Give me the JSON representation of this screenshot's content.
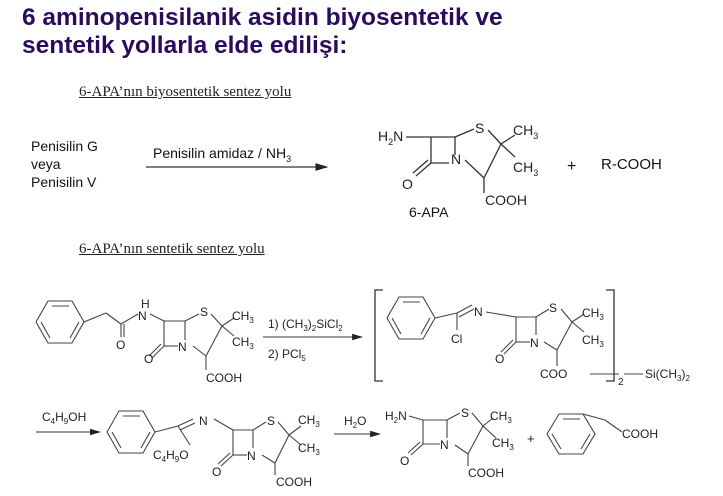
{
  "title": {
    "line1": "6 aminopenisilanik asidin biyosentetik ve",
    "line2": "sentetik yollarla elde edilişi:",
    "color": "#2b0c5c"
  },
  "biosynthesis": {
    "heading": "6-APA’nın biyosentetik sentez yolu",
    "reactant_line1": "Penisilin G",
    "reactant_line2": "veya",
    "reactant_line3": "Penisilin V",
    "arrow_label": "Penisilin amidaz / NH",
    "arrow_label_sub": "3",
    "product_name": "6-APA",
    "plus": "+",
    "byproduct": "R-COOH"
  },
  "synthesis": {
    "heading": "6-APA’nın sentetik sentez yolu",
    "step1_reagent1": "1) (CH3)2SiCl2",
    "step1_reagent2": "2) PCl5",
    "bracket_subscript": "2",
    "silyl_group": "Si(CH3)2",
    "step2_reagent": "C4H9OH",
    "step3_reagent": "H2O",
    "plus": "+",
    "final_byproduct_group": "COOH"
  },
  "labels": {
    "H2N": "H2N",
    "S": "S",
    "N": "N",
    "O": "O",
    "CH3": "CH3",
    "COOH": "COOH",
    "COO": "COO",
    "Cl": "Cl",
    "NH": "H",
    "C4H9O": "C4H9O"
  }
}
